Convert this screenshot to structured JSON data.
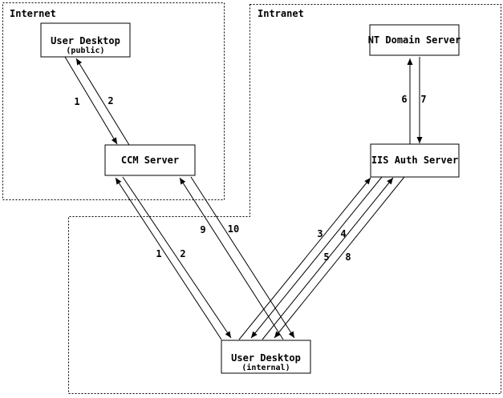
{
  "diagram": {
    "colors": {
      "background": "#ffffff",
      "stroke": "#000000",
      "box_fill": "#ffffff"
    },
    "zones": {
      "internet": {
        "label": "Internet"
      },
      "intranet": {
        "label": "Intranet"
      }
    },
    "nodes": {
      "user_desktop_public": {
        "label": "User Desktop",
        "sublabel": "(public)"
      },
      "ccm_server": {
        "label": "CCM Server"
      },
      "nt_domain_server": {
        "label": "NT Domain Server"
      },
      "iis_auth_server": {
        "label": "IIS Auth Server"
      },
      "user_desktop_internal": {
        "label": "User Desktop",
        "sublabel": "(internal)"
      }
    },
    "edges": [
      {
        "id": "public-desktop-to-ccm",
        "label": "1"
      },
      {
        "id": "ccm-to-public-desktop",
        "label": "2"
      },
      {
        "id": "internal-desktop-to-ccm",
        "label": "1"
      },
      {
        "id": "ccm-to-internal-desktop",
        "label": "2"
      },
      {
        "id": "internal-desktop-to-iis-auth-a",
        "label": "3"
      },
      {
        "id": "iis-auth-to-internal-desktop-a",
        "label": "4"
      },
      {
        "id": "internal-desktop-to-iis-auth-b",
        "label": "5"
      },
      {
        "id": "iis-auth-to-nt-domain",
        "label": "6"
      },
      {
        "id": "nt-domain-to-iis-auth",
        "label": "7"
      },
      {
        "id": "iis-auth-to-internal-desktop-b",
        "label": "8"
      },
      {
        "id": "internal-desktop-to-ccm-b",
        "label": "9"
      },
      {
        "id": "ccm-to-internal-desktop-b",
        "label": "10"
      }
    ]
  }
}
